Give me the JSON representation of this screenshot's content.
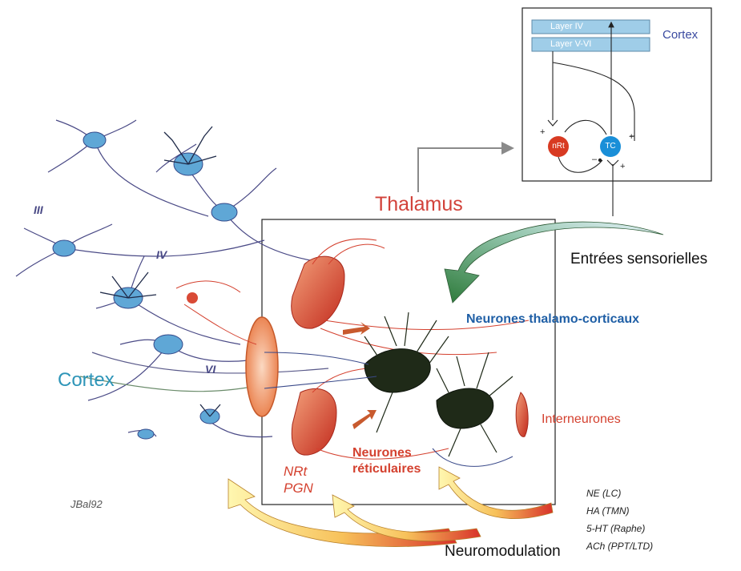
{
  "labels": {
    "thalamus": "Thalamus",
    "cortex": "Cortex",
    "sensory_inputs": "Entrées sensorielles",
    "thalamocortical_neurons": "Neurones thalamo-corticaux",
    "interneurons": "Interneurones",
    "reticular_line1": "Neurones",
    "reticular_line2": "réticulaires",
    "nrt": "NRt",
    "pgn": "PGN",
    "neuromodulation": "Neuromodulation",
    "layer_iii": "III",
    "layer_iv": "IV",
    "layer_vi": "VI",
    "signature": "JBal92"
  },
  "modulators": [
    "NE (LC)",
    "HA (TMN)",
    "5-HT (Raphe)",
    "ACh (PPT/LTD)"
  ],
  "inset": {
    "cortex": "Cortex",
    "layer_iv": "Layer IV",
    "layer_vvi": "Layer V-VI",
    "nrt": "nRt",
    "tc": "TC",
    "signs": [
      "+",
      "+",
      "–",
      "+"
    ]
  },
  "colors": {
    "thalamus": "#d2423a",
    "cortex": "#2e95b8",
    "thalamocortical": "#1f5fa6",
    "reticular": "#d4412f",
    "inset_layer": "#9fcde8",
    "nrt_node": "#d83a22",
    "tc_node": "#1a8fd8"
  }
}
